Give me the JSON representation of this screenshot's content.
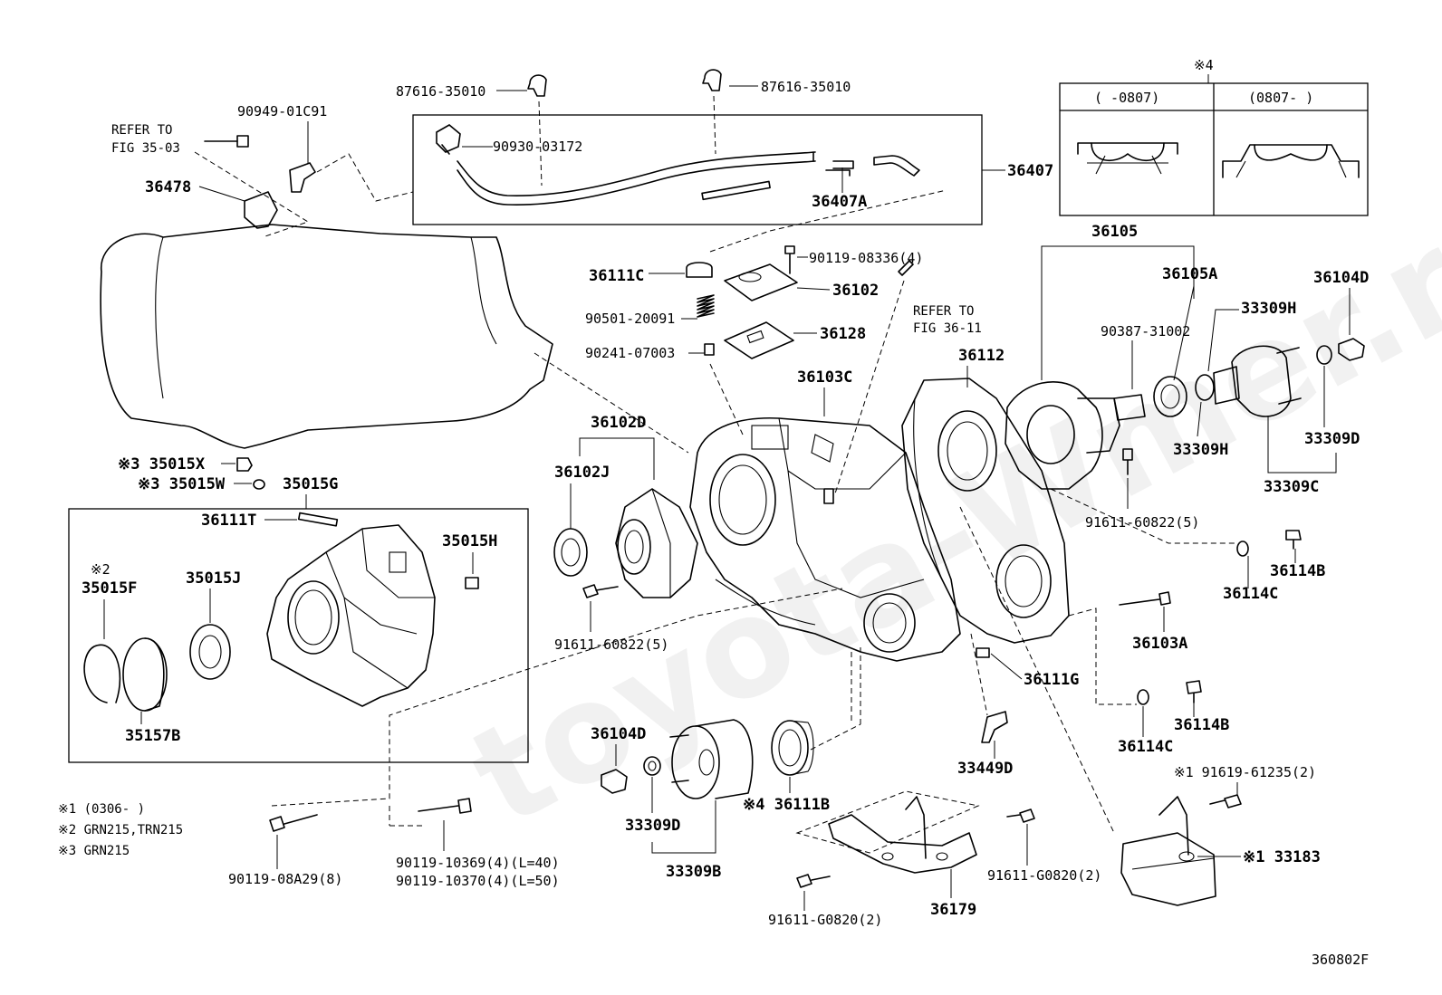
{
  "diagram": {
    "figure_code": "360802F",
    "watermark": "toyota-Wmer.ru",
    "refer_to_fig_35": [
      "REFER TO",
      "FIG 35-03"
    ],
    "refer_to_fig_36": [
      "REFER TO",
      "FIG 36-11"
    ],
    "inset": {
      "mark": "※4",
      "left_header": "(   -0807)",
      "right_header": "(0807-   )"
    },
    "notes": [
      "※1 (0306-      )",
      "※2 GRN215,TRN215",
      "※3 GRN215"
    ],
    "parts": {
      "p87616_left": "87616-35010",
      "p87616_right": "87616-35010",
      "p90949": "90949-01C91",
      "p90930": "90930-03172",
      "p36407": "36407",
      "p36407A": "36407A",
      "p36478": "36478",
      "p90119_08336": "90119-08336(4)",
      "p36111C": "36111C",
      "p36102": "36102",
      "p90501": "90501-20091",
      "p36128": "36128",
      "p90241": "90241-07003",
      "p36103C": "36103C",
      "p36112": "36112",
      "p36105": "36105",
      "p36105A": "36105A",
      "p36104D_top": "36104D",
      "p33309H_top": "33309H",
      "p90387": "90387-31002",
      "p33309H_bottom": "33309H",
      "p33309D_right": "33309D",
      "p33309C": "33309C",
      "p35015X": "※3 35015X",
      "p35015W": "※3 35015W",
      "p35015G": "35015G",
      "p36102D": "36102D",
      "p36102J": "36102J",
      "p36111T": "36111T",
      "p35015H": "35015H",
      "p35015F_mark": "※2",
      "p35015F": "35015F",
      "p35015J": "35015J",
      "p35157B": "35157B",
      "p91611_60822_left": "91611-60822(5)",
      "p91611_60822_right": "91611-60822(5)",
      "p36114B_top": "36114B",
      "p36114C_top": "36114C",
      "p36103A": "36103A",
      "p36111G": "36111G",
      "p36114B_bottom": "36114B",
      "p36114C_bottom": "36114C",
      "p36104D_bottom": "36104D",
      "p33449D": "33449D",
      "p36111B": "※4 36111B",
      "p33309D_bottom": "33309D",
      "p33309B": "33309B",
      "p91619": "※1 91619-61235(2)",
      "p33183": "※1 33183",
      "p90119_08A29": "90119-08A29(8)",
      "p90119_10369": "90119-10369(4)(L=40)",
      "p90119_10370": "90119-10370(4)(L=50)",
      "p91611_G0820_right": "91611-G0820(2)",
      "p91611_G0820_left": "91611-G0820(2)",
      "p36179": "36179"
    }
  }
}
